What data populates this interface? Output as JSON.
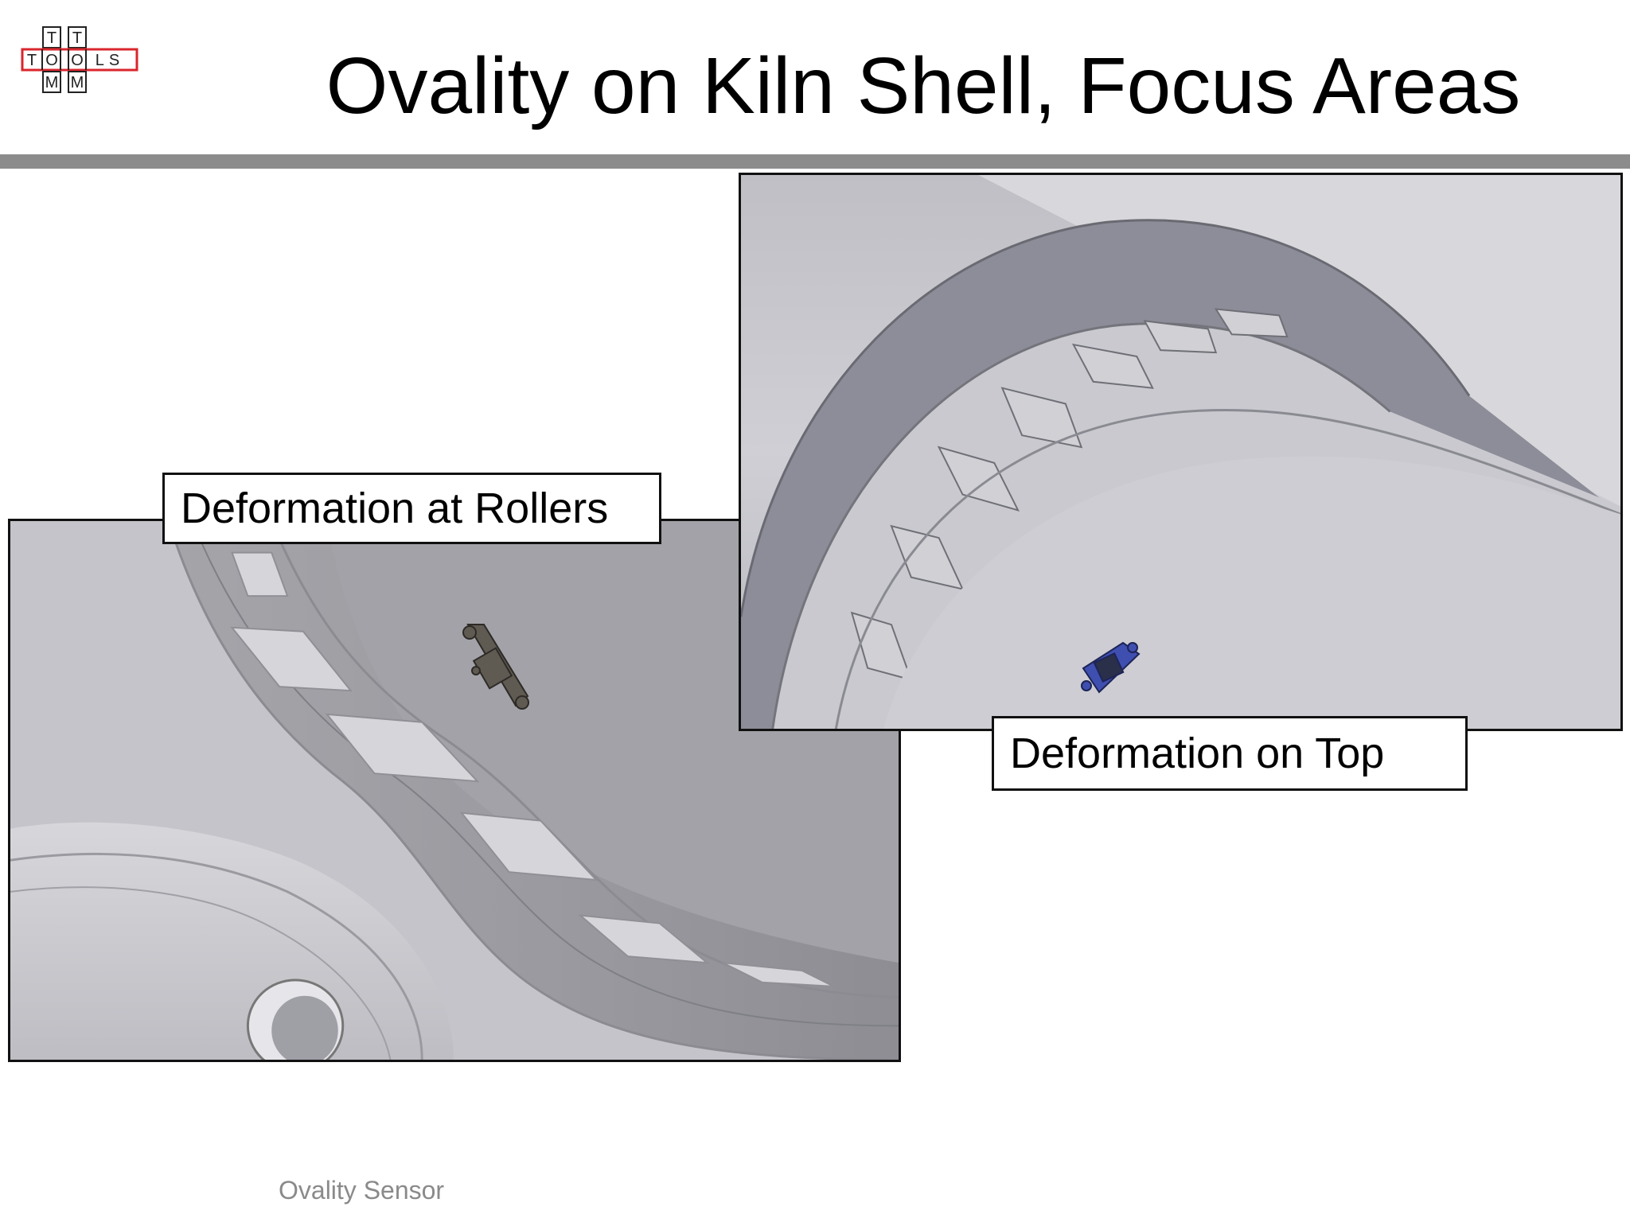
{
  "logo": {
    "grid": [
      [
        "",
        "T",
        "T",
        ""
      ],
      [
        "T",
        "O",
        "O",
        "LS"
      ],
      [
        "",
        "M",
        "M",
        ""
      ]
    ],
    "accent": "#d9262c"
  },
  "slide": {
    "title": "Ovality on Kiln Shell, Focus Areas",
    "label_rollers": "Deformation at Rollers",
    "label_top": "Deformation on Top",
    "footer": "Ovality Sensor"
  },
  "colors": {
    "rule": "#8c8c8c",
    "sensor_rollers": "#5f5a52",
    "sensor_top": "#3f4fb0"
  },
  "icons": {
    "sensor_rollers": "ovality-sensor-device-icon",
    "sensor_top": "ovality-sensor-device-icon"
  }
}
